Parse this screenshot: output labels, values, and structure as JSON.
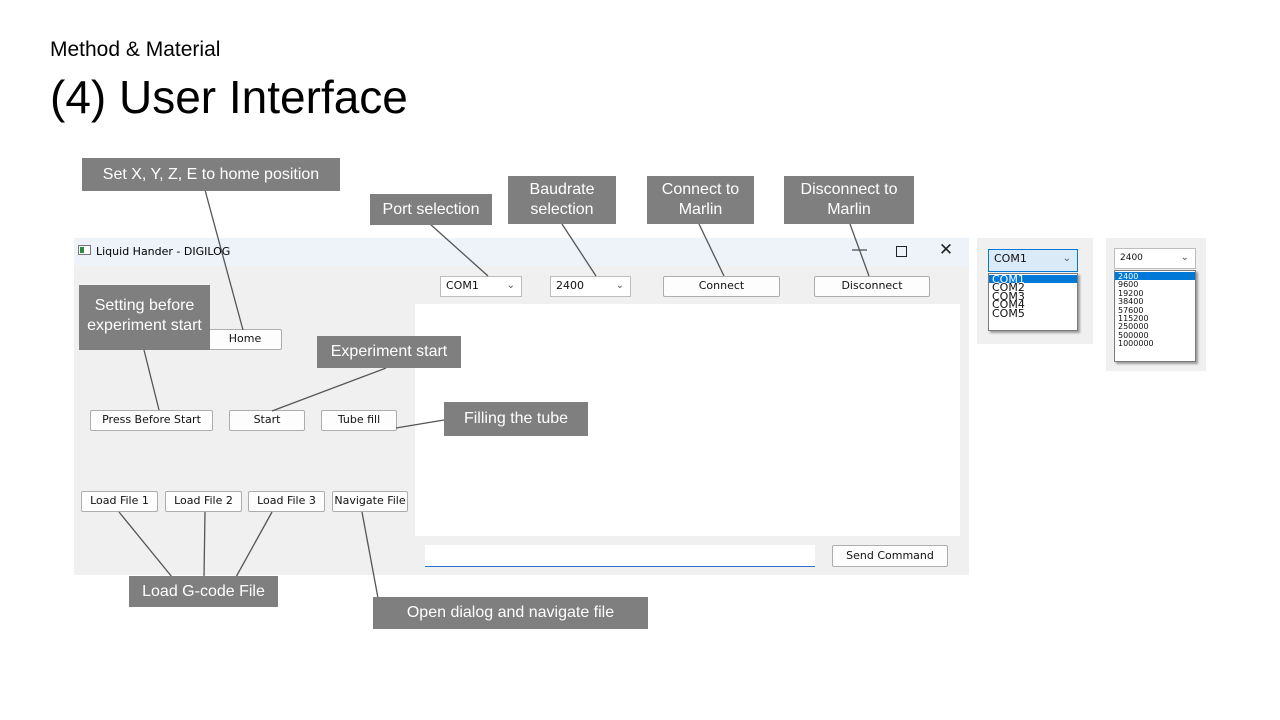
{
  "slide": {
    "subtitle": "Method & Material",
    "title": "(4) User Interface"
  },
  "window": {
    "title": "Liquid Hander - DIGILOG",
    "controls": {
      "minimize": "—",
      "maximize": "",
      "close": "✕"
    }
  },
  "toolbar": {
    "port_value": "COM1",
    "baud_value": "2400",
    "connect_label": "Connect",
    "disconnect_label": "Disconnect"
  },
  "buttons": {
    "home": "Home",
    "press_before_start": "Press Before Start",
    "start": "Start",
    "tube_fill": "Tube fill",
    "load_file_1": "Load File 1",
    "load_file_2": "Load File 2",
    "load_file_3": "Load File 3",
    "navigate_file": "Navigate File",
    "send_command": "Send Command"
  },
  "command_input": {
    "value": ""
  },
  "callouts": {
    "home_position": "Set X, Y, Z, E to home position",
    "port_selection": "Port selection",
    "baudrate_line1": "Baudrate",
    "baudrate_line2": "selection",
    "connect_line1": "Connect to",
    "connect_line2": "Marlin",
    "disconnect_line1": "Disconnect to",
    "disconnect_line2": "Marlin",
    "setting_line1": "Setting before",
    "setting_line2": "experiment start",
    "experiment_start": "Experiment start",
    "filling_tube": "Filling the tube",
    "load_gcode": "Load G-code File",
    "open_dialog": "Open dialog and navigate file"
  },
  "port_dropdown": {
    "value": "COM1",
    "options": [
      "COM1",
      "COM2",
      "COM3",
      "COM4",
      "COM5"
    ],
    "selected": "COM1"
  },
  "baud_dropdown": {
    "value": "2400",
    "options": [
      "2400",
      "9600",
      "19200",
      "38400",
      "57600",
      "115200",
      "250000",
      "500000",
      "1000000"
    ],
    "selected": "2400"
  },
  "colors": {
    "callout_bg": "#7f7f7f",
    "window_bg": "#f0f0f0",
    "titlebar_bg": "#eef3f9",
    "selection": "#0078d7",
    "input_focus": "#2f6fcf"
  },
  "icons": {
    "app": "app-window-icon",
    "dropdown": "chevron-down-icon"
  }
}
